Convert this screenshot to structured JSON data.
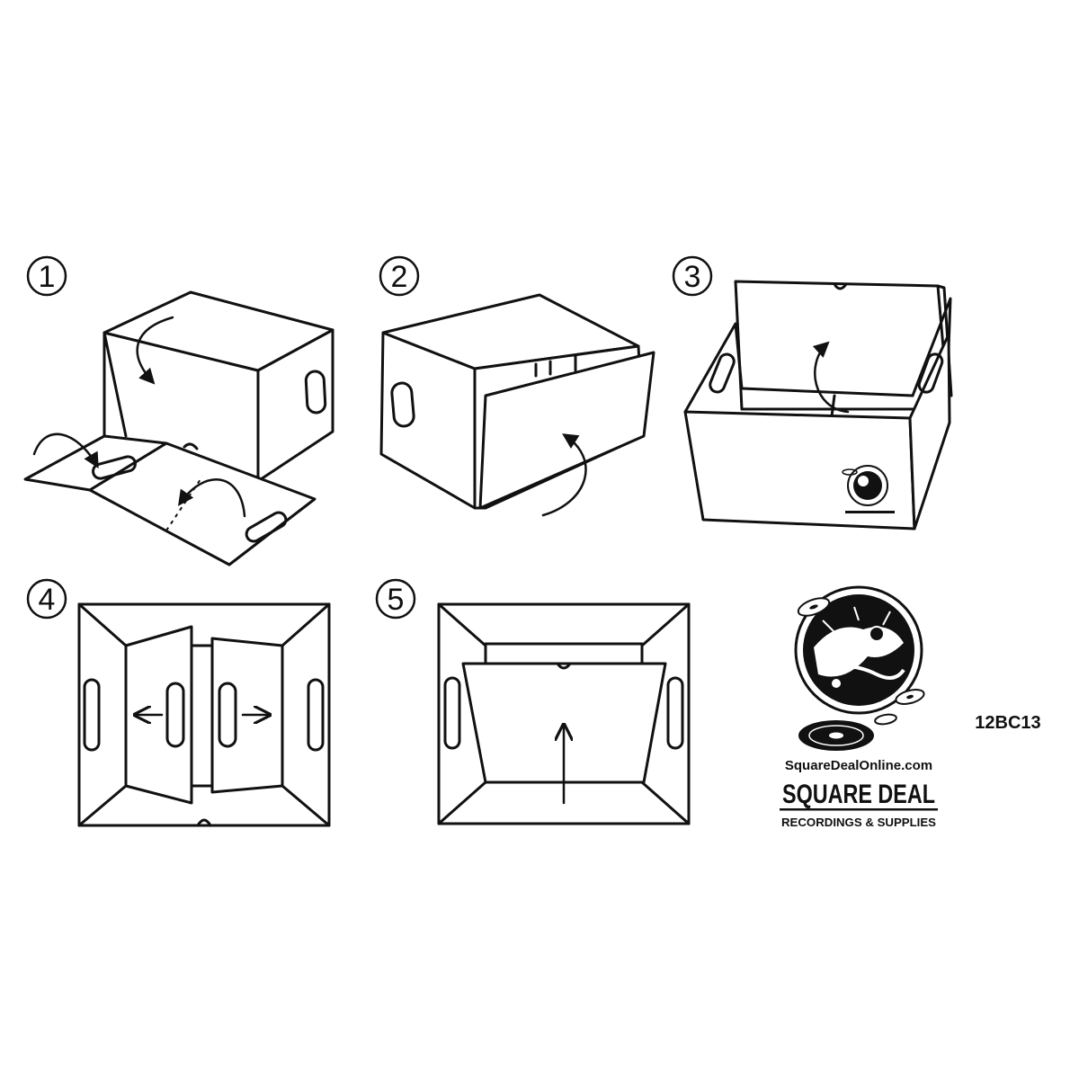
{
  "steps": [
    {
      "number": "1"
    },
    {
      "number": "2"
    },
    {
      "number": "3"
    },
    {
      "number": "4"
    },
    {
      "number": "5"
    }
  ],
  "logo": {
    "website": "SquareDealOnline.com",
    "brand": "SQUARE DEAL",
    "tagline": "RECORDINGS & SUPPLIES",
    "colors": {
      "ink": "#111111",
      "paper": "#ffffff"
    }
  },
  "product_code": "12BC13"
}
